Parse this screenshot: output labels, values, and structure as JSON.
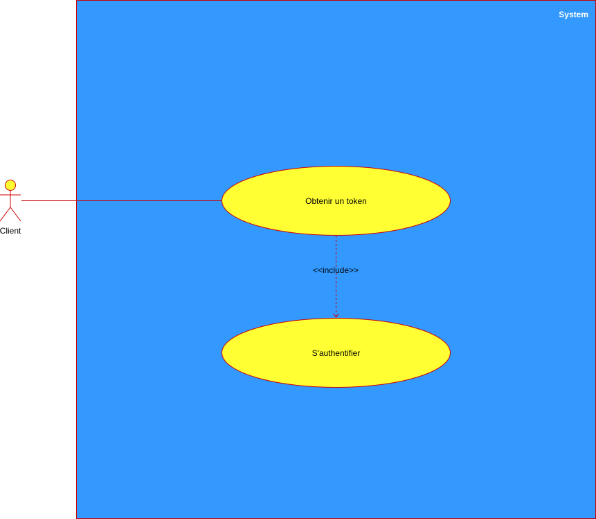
{
  "system": {
    "label": "System",
    "fill": "#3399FF",
    "stroke": "#CC0000"
  },
  "actor": {
    "label": "Client",
    "head_fill": "#FFFF33",
    "stroke": "#CC0000"
  },
  "use_cases": {
    "obtain_token": {
      "label": "Obtenir un token"
    },
    "authenticate": {
      "label": "S'authentifier"
    },
    "fill": "#FFFF33",
    "stroke": "#CC0000"
  },
  "relations": {
    "include_label": "<<include>>",
    "line_color": "#CC0000"
  }
}
